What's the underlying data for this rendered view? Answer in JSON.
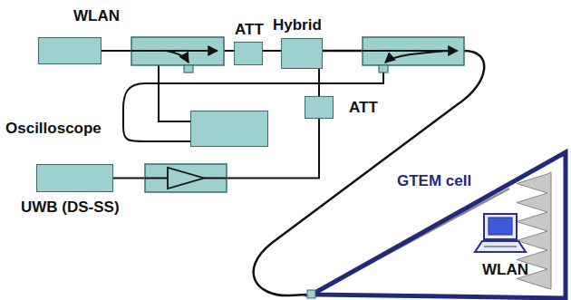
{
  "diagram": {
    "nodes": [
      {
        "text": [
          "WLAN"
        ]
      },
      {
        "text": [
          "ATT"
        ]
      },
      {
        "text": [
          "Hybrid"
        ]
      },
      {
        "text": [
          "Oscilloscope"
        ]
      },
      {
        "text": [
          "ATT"
        ]
      },
      {
        "text": [
          "UWB (DS-SS)"
        ]
      },
      {
        "text": [
          "GTEM cell"
        ]
      },
      {
        "text": [
          "WLAN"
        ],
        "in": 6
      }
    ],
    "edges": [
      {
        "from": 0,
        "to": 1,
        "arrow": "none"
      },
      {
        "from": 1,
        "to": 2,
        "arrow": "none"
      },
      {
        "from": 2,
        "to": 6,
        "arrow": "none"
      },
      {
        "from": 2,
        "to": 4,
        "arrow": "none"
      },
      {
        "from": 5,
        "to": 4,
        "arrow": "none"
      }
    ]
  }
}
